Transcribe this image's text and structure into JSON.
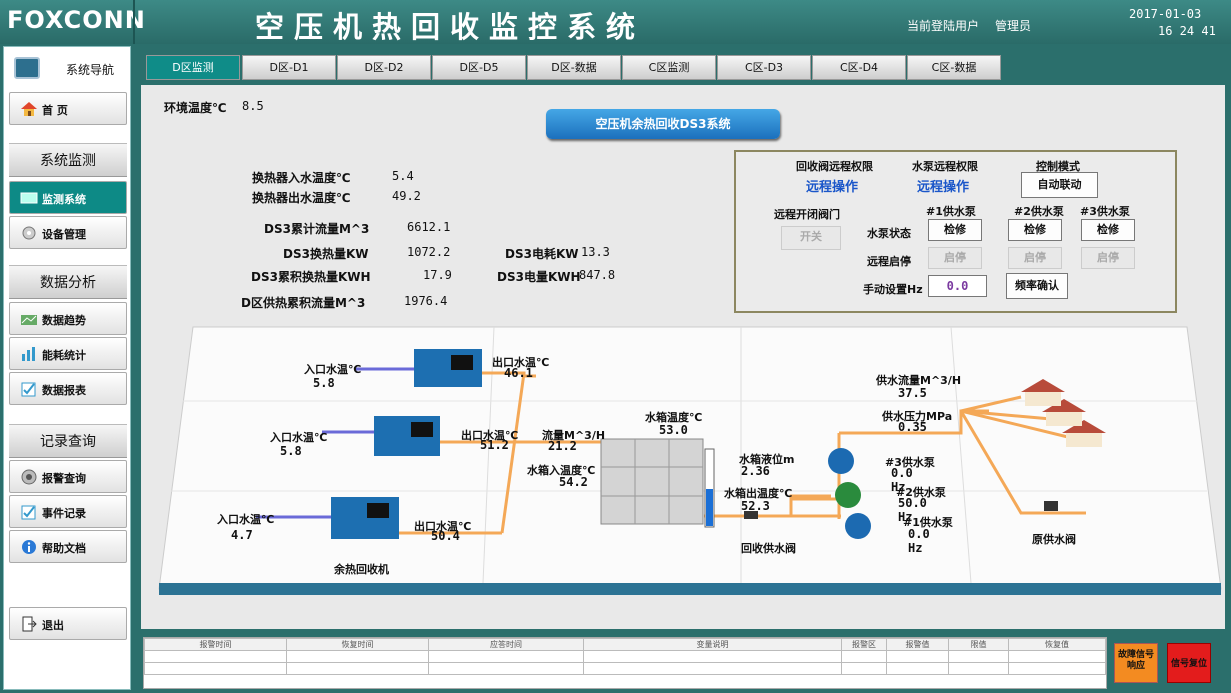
{
  "header": {
    "logo": "FOXCONN",
    "title": "空压机热回收监控系统",
    "user_label": "当前登陆用户",
    "user_name": "管理员",
    "date": "2017-01-03",
    "time": "16 24 41"
  },
  "sidebar": {
    "nav_title": "系统导航",
    "home": "首 页",
    "section_monitor": "系统监测",
    "monitor_system": "监测系统",
    "device_mgmt": "设备管理",
    "section_data": "数据分析",
    "data_trend": "数据趋势",
    "energy_stat": "能耗统计",
    "data_report": "数据报表",
    "section_record": "记录查询",
    "alarm_query": "报警查询",
    "event_record": "事件记录",
    "help_doc": "帮助文档",
    "exit": "退出"
  },
  "tabs": [
    "D区监测",
    "D区-D1",
    "D区-D2",
    "D区-D5",
    "D区-数据",
    "C区监测",
    "C区-D3",
    "C区-D4",
    "C区-数据"
  ],
  "main": {
    "env_temp_label": "环境温度℃",
    "env_temp": "8.5",
    "ds3_title": "空压机余热回收DS3系统",
    "hx_in_label": "换热器入水温度℃",
    "hx_in": "5.4",
    "hx_out_label": "换热器出水温度℃",
    "hx_out": "49.2",
    "flow_total_label": "DS3累计流量M^3",
    "flow_total": "6612.1",
    "heat_label": "DS3换热量KW",
    "heat": "1072.2",
    "power_label": "DS3电耗KW",
    "power": "13.3",
    "heat_acc_label": "DS3累积换热量KWH",
    "heat_acc": "17.9",
    "energy_label": "DS3电量KWH",
    "energy": "847.8",
    "supply_acc_label": "D区供热累积流量M^3",
    "supply_acc": "1976.4"
  },
  "control": {
    "valve_perm_label": "回收阀远程权限",
    "valve_perm": "远程操作",
    "pump_perm_label": "水泵远程权限",
    "pump_perm": "远程操作",
    "mode_label": "控制模式",
    "mode_btn": "自动联动",
    "valve_open_label": "远程开闭阀门",
    "valve_btn": "开关",
    "pump1": "#1供水泵",
    "pump2": "#2供水泵",
    "pump3": "#3供水泵",
    "pump_state_label": "水泵状态",
    "pump_state": "检修",
    "remote_start_label": "远程启停",
    "start_btn": "启停",
    "manual_hz_label": "手动设置Hz",
    "manual_hz": "0.0",
    "freq_btn": "频率确认"
  },
  "scene": {
    "in_label": "入口水温℃",
    "out_label": "出口水温℃",
    "c1_in": "5.8",
    "c1_out": "46.1",
    "c2_in": "5.8",
    "c2_out": "51.2",
    "c3_in": "4.7",
    "c3_out": "50.4",
    "recovery_label": "余热回收机",
    "flow_label": "流量M^3/H",
    "flow": "21.2",
    "tank_in_label": "水箱入温度℃",
    "tank_in": "54.2",
    "tank_temp_label": "水箱温度℃",
    "tank_temp": "53.0",
    "tank_level_label": "水箱液位m",
    "tank_level": "2.36",
    "tank_out_label": "水箱出温度℃",
    "tank_out": "52.3",
    "recovery_valve_label": "回收供水阀",
    "supply_flow_label": "供水流量M^3/H",
    "supply_flow": "37.5",
    "supply_press_label": "供水压力MPa",
    "supply_press": "0.35",
    "p3_label": "#3供水泵",
    "p3_hz": "0.0 Hz",
    "p2_label": "#2供水泵",
    "p2_hz": "50.0 Hz",
    "p1_label": "#1供水泵",
    "p1_hz": "0.0 Hz",
    "orig_valve_label": "原供水阀"
  },
  "alarm": {
    "columns": [
      "报警时间",
      "恢复时间",
      "应答时间",
      "变量说明",
      "报警区",
      "报警值",
      "限值",
      "恢复值"
    ],
    "fault_btn": "故障信号响应",
    "reset_btn": "信号复位"
  }
}
